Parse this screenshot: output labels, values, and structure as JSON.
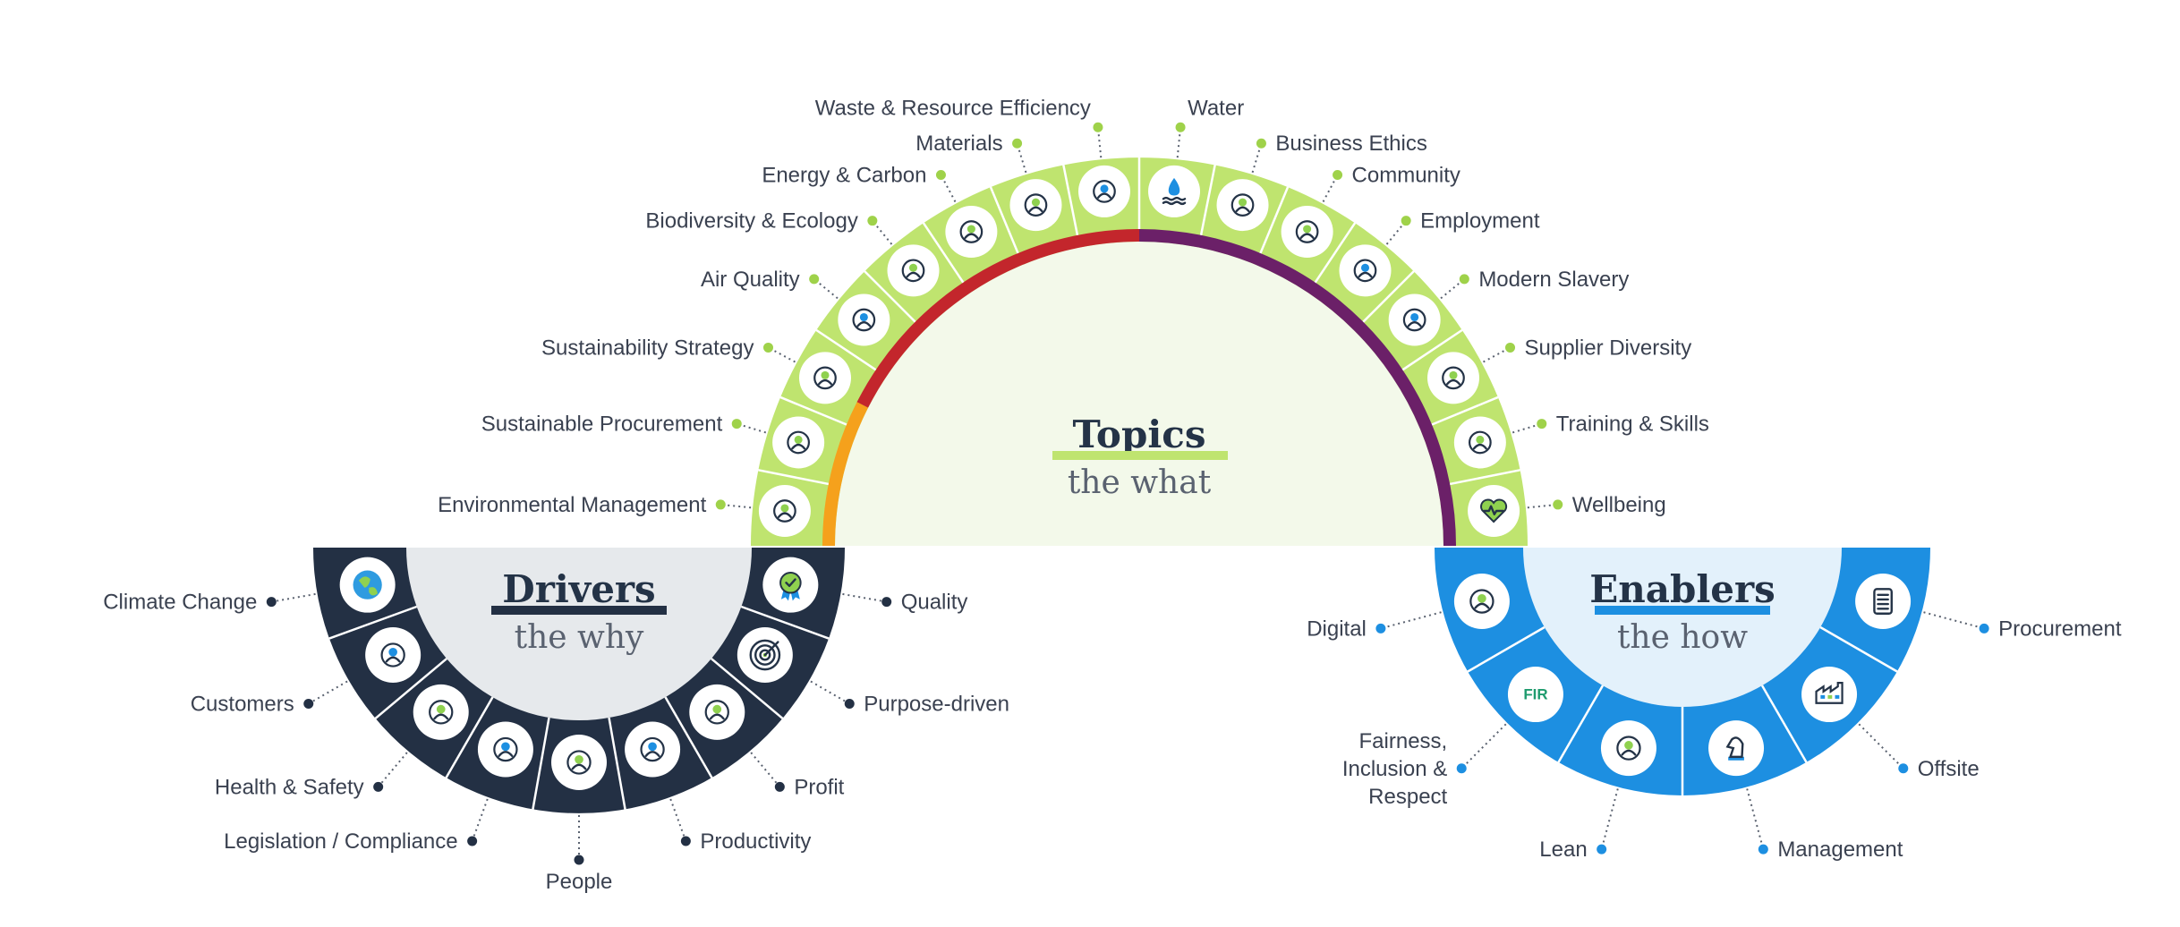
{
  "colors": {
    "topics_band": "#bfe46f",
    "topics_fill": "#f3f9ea",
    "topics_dot": "#9fd24a",
    "drivers_band": "#233044",
    "drivers_fill": "#e6e9ec",
    "drivers_dot": "#233044",
    "drivers_bar": "#233044",
    "enablers_band": "#1d8fe1",
    "enablers_fill": "#e3f1fb",
    "enablers_dot": "#1d8fe1",
    "enablers_bar": "#1d8fe1",
    "topics_bar": "#bfe46f",
    "orange": "#f5a11c",
    "red": "#c3262c",
    "purple": "#6b2068",
    "title": "#243347",
    "text": "#3a4150"
  },
  "topics": {
    "title": "Topics",
    "subtitle": "the what",
    "items": [
      {
        "label": "Environmental Management",
        "icon": "plant-hand-icon"
      },
      {
        "label": "Sustainable Procurement",
        "icon": "shopping-trolley-icon"
      },
      {
        "label": "Sustainability Strategy",
        "icon": "strategy-board-icon"
      },
      {
        "label": "Air Quality",
        "icon": "truck-emissions-icon"
      },
      {
        "label": "Biodiversity & Ecology",
        "icon": "sprout-icon"
      },
      {
        "label": "Energy & Carbon",
        "icon": "plug-icon"
      },
      {
        "label": "Materials",
        "icon": "material-stack-icon"
      },
      {
        "label": "Waste & Resource Efficiency",
        "icon": "recycle-box-icon"
      },
      {
        "label": "Water",
        "icon": "water-drop-icon"
      },
      {
        "label": "Business Ethics",
        "icon": "scales-icon"
      },
      {
        "label": "Community",
        "icon": "community-people-icon"
      },
      {
        "label": "Employment",
        "icon": "workers-icon"
      },
      {
        "label": "Modern Slavery",
        "icon": "chain-icon"
      },
      {
        "label": "Supplier Diversity",
        "icon": "global-network-icon"
      },
      {
        "label": "Training & Skills",
        "icon": "training-board-icon"
      },
      {
        "label": "Wellbeing",
        "icon": "heart-pulse-icon"
      }
    ]
  },
  "drivers": {
    "title": "Drivers",
    "subtitle": "the why",
    "items": [
      {
        "label": "Climate Change",
        "icon": "globe-icon"
      },
      {
        "label": "Customers",
        "icon": "handshake-icon"
      },
      {
        "label": "Health & Safety",
        "icon": "hardhat-worker-icon"
      },
      {
        "label": "Legislation / Compliance",
        "icon": "clipboard-icon"
      },
      {
        "label": "People",
        "icon": "people-group-icon"
      },
      {
        "label": "Productivity",
        "icon": "gear-wrench-icon"
      },
      {
        "label": "Profit",
        "icon": "pound-growth-icon"
      },
      {
        "label": "Purpose-driven",
        "icon": "target-icon"
      },
      {
        "label": "Quality",
        "icon": "award-rosette-icon"
      }
    ]
  },
  "enablers": {
    "title": "Enablers",
    "subtitle": "the how",
    "items": [
      {
        "label": "Digital",
        "icon": "monitor-cube-icon"
      },
      {
        "label": "Fairness,\nInclusion &\nRespect",
        "icon": "fir-logo-icon",
        "logo_text": "FIR"
      },
      {
        "label": "Lean",
        "icon": "cycle-gear-icon"
      },
      {
        "label": "Management",
        "icon": "chess-knight-icon"
      },
      {
        "label": "Offsite",
        "icon": "factory-icon"
      },
      {
        "label": "Procurement",
        "icon": "document-icon"
      }
    ]
  }
}
